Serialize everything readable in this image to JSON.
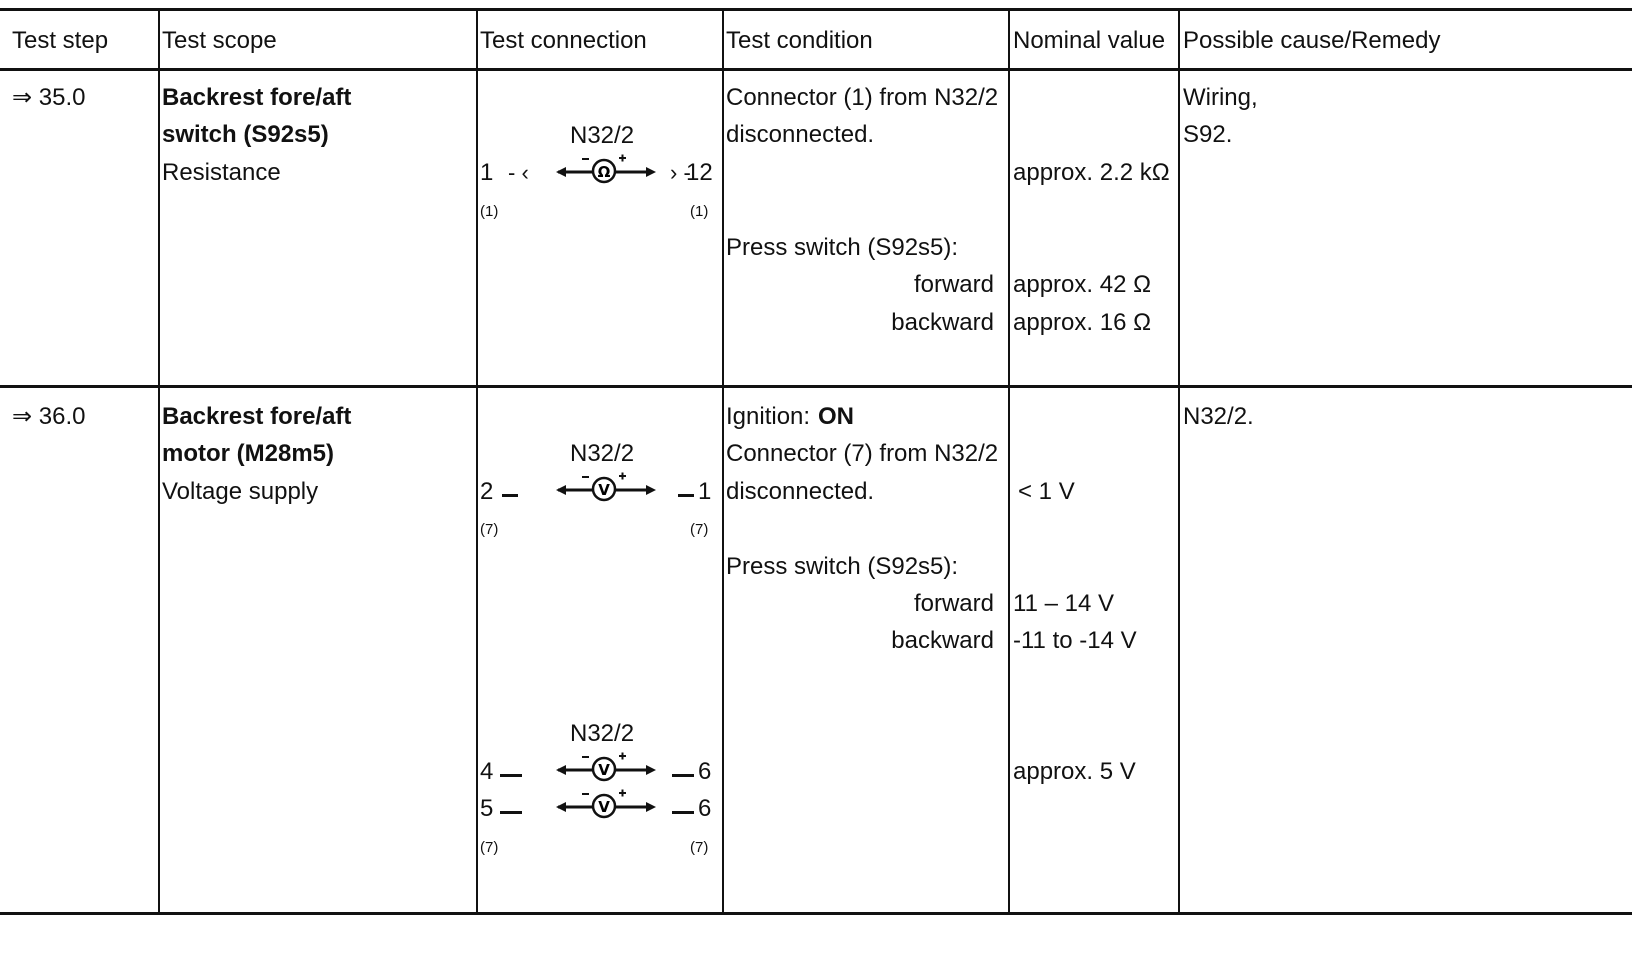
{
  "headers": {
    "step": "Test step",
    "scope": "Test scope",
    "connection": "Test connection",
    "condition": "Test condition",
    "nominal": "Nominal value",
    "cause": "Possible cause/Remedy"
  },
  "rows": [
    {
      "step": "⇒ 35.0",
      "scope_title_1": "Backrest fore/aft",
      "scope_title_2": "switch (S92s5)",
      "scope_desc": "Resistance",
      "module": "N32/2",
      "meter_symbol": "Ω",
      "pin_left": "1",
      "pin_right": "12",
      "conn_left": "(1)",
      "conn_right": "(1)",
      "condition_1": "Connector (1) from N32/2",
      "condition_2": "disconnected.",
      "condition_3": "Press switch (S92s5):",
      "condition_fwd": "forward",
      "condition_bwd": "backward",
      "nominal_1": "approx. 2.2 kΩ",
      "nominal_fwd": "approx. 42 Ω",
      "nominal_bwd": "approx. 16 Ω",
      "cause_1": "Wiring,",
      "cause_2": "S92."
    },
    {
      "step": "⇒ 36.0",
      "scope_title_1": "Backrest fore/aft",
      "scope_title_2": "motor (M28m5)",
      "scope_desc": "Voltage supply",
      "module_a": "N32/2",
      "meter_symbol": "V",
      "pin_left_a": "2",
      "pin_right_a": "1",
      "conn_left_a": "(7)",
      "conn_right_a": "(7)",
      "module_b": "N32/2",
      "pin_left_b1": "4",
      "pin_right_b1": "6",
      "pin_left_b2": "5",
      "pin_right_b2": "6",
      "conn_left_b": "(7)",
      "conn_right_b": "(7)",
      "condition_ign_label": "Ignition:",
      "condition_ign_value": "ON",
      "condition_1": "Connector (7) from N32/2",
      "condition_2": "disconnected.",
      "condition_3": "Press switch (S92s5):",
      "condition_fwd": "forward",
      "condition_bwd": "backward",
      "nominal_1": "< 1 V",
      "nominal_fwd": "11 – 14 V",
      "nominal_bwd": "-11 to -14 V",
      "nominal_b": "approx. 5 V",
      "cause_1": "N32/2."
    }
  ]
}
